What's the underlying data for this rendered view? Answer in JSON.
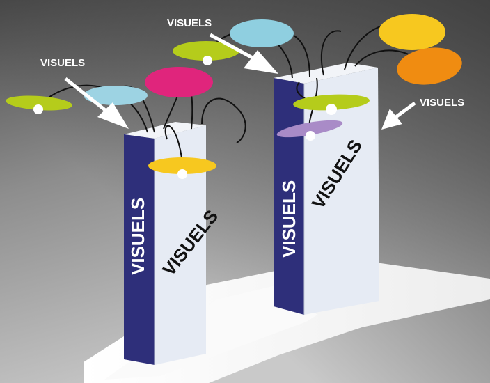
{
  "labels": {
    "callout_left": "VISUELS",
    "callout_top": "VISUELS",
    "callout_right": "VISUELS",
    "stand1_side": "VISUELS",
    "stand1_front": "VISUELS",
    "stand2_side": "VISUELS",
    "stand2_front": "VISUELS"
  },
  "colors": {
    "backdrop_light": "#ffffff",
    "backdrop_dark": "#3a3a3a",
    "column_front": "#e6ebf4",
    "column_side": "#2e2f7a",
    "lime": "#b5cc1b",
    "light_blue": "#8fcfe0",
    "magenta": "#e0257c",
    "yellow": "#f7c81f",
    "orange": "#f08c11",
    "lilac": "#a98bc7",
    "arrow": "#ffffff",
    "wire": "#111111"
  }
}
